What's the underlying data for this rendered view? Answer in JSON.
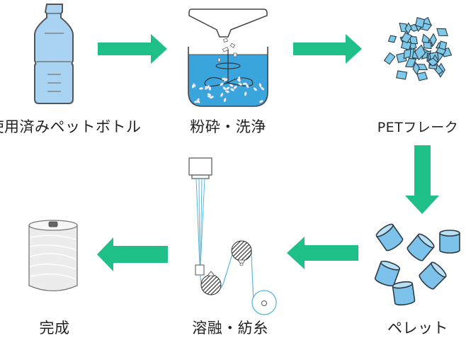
{
  "title": "PET bottle recycling process",
  "colors": {
    "arrow": "#1fc087",
    "water": "#3aa4dc",
    "bottle": "#a9d3f2",
    "flake": "#7ec9ea",
    "pellet": "#7cc2ea",
    "outline": "#333333",
    "fiber": "#56b8e0"
  },
  "steps": [
    {
      "id": "bottle",
      "label": "使用済みペットボトル",
      "icon": "pet-bottle-icon"
    },
    {
      "id": "crush",
      "label": "粉砕・洗浄",
      "icon": "crusher-tank-icon"
    },
    {
      "id": "flakes",
      "label": "PETフレーク",
      "icon": "pet-flakes-icon"
    },
    {
      "id": "pellets",
      "label": "ペレット",
      "icon": "pellets-icon"
    },
    {
      "id": "spinning",
      "label": "溶融・紡糸",
      "icon": "melt-spinning-icon"
    },
    {
      "id": "complete",
      "label": "完成",
      "icon": "yarn-spool-icon"
    }
  ],
  "arrows": [
    {
      "from": "bottle",
      "to": "crush",
      "direction": "right"
    },
    {
      "from": "crush",
      "to": "flakes",
      "direction": "right"
    },
    {
      "from": "flakes",
      "to": "pellets",
      "direction": "down"
    },
    {
      "from": "pellets",
      "to": "spinning",
      "direction": "left"
    },
    {
      "from": "spinning",
      "to": "complete",
      "direction": "left"
    }
  ]
}
